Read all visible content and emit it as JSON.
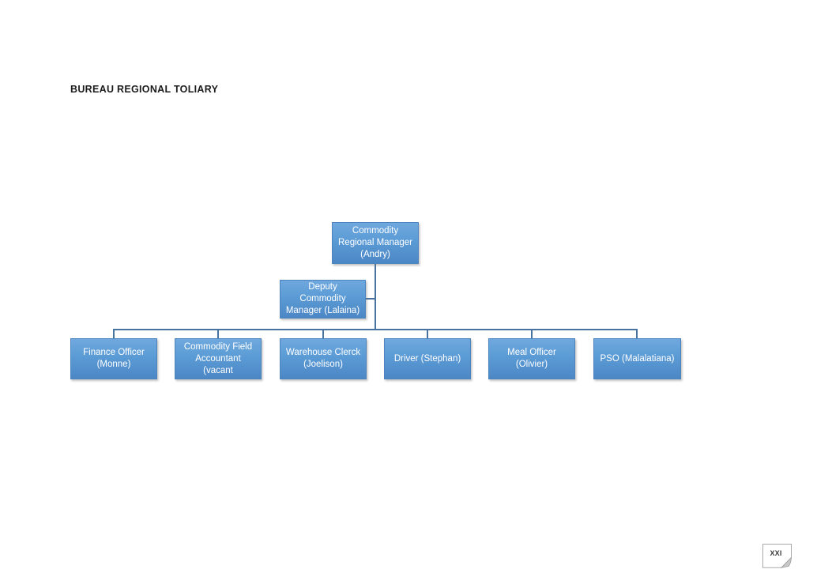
{
  "document": {
    "title": "BUREAU REGIONAL TOLIARY",
    "page_marker": "XXI"
  },
  "org_chart": {
    "root": {
      "label": "Commodity Regional Manager (Andry)",
      "lines": [
        "Commodity",
        "Regional Manager",
        "(Andry)"
      ]
    },
    "assistant": {
      "label": "Deputy Commodity Manager (Lalaina)",
      "lines": [
        "Deputy",
        "Commodity",
        "Manager (Lalaina)"
      ]
    },
    "children": [
      {
        "label": "Finance Officer (Monne)",
        "lines": [
          "Finance Officer",
          "(Monne)"
        ]
      },
      {
        "label": "Commodity Field Accountant (vacant",
        "lines": [
          "Commodity Field",
          "Accountant",
          "(vacant"
        ]
      },
      {
        "label": "Warehouse Clerck (Joelison)",
        "lines": [
          "Warehouse Clerck",
          "(Joelison)"
        ]
      },
      {
        "label": "Driver (Stephan)",
        "lines": [
          "Driver (Stephan)"
        ]
      },
      {
        "label": "Meal Officer (Olivier)",
        "lines": [
          "Meal Officer",
          "(Olivier)"
        ]
      },
      {
        "label": "PSO (Malalatiana)",
        "lines": [
          "PSO (Malalatiana)"
        ]
      }
    ],
    "colors": {
      "box_fill_top": "#6FA8DE",
      "box_fill_base": "#5B9BD5",
      "box_fill_bottom": "#4C87C5",
      "box_border": "#4D84BE",
      "connector": "#46739F",
      "box_text": "#ffffff"
    }
  }
}
